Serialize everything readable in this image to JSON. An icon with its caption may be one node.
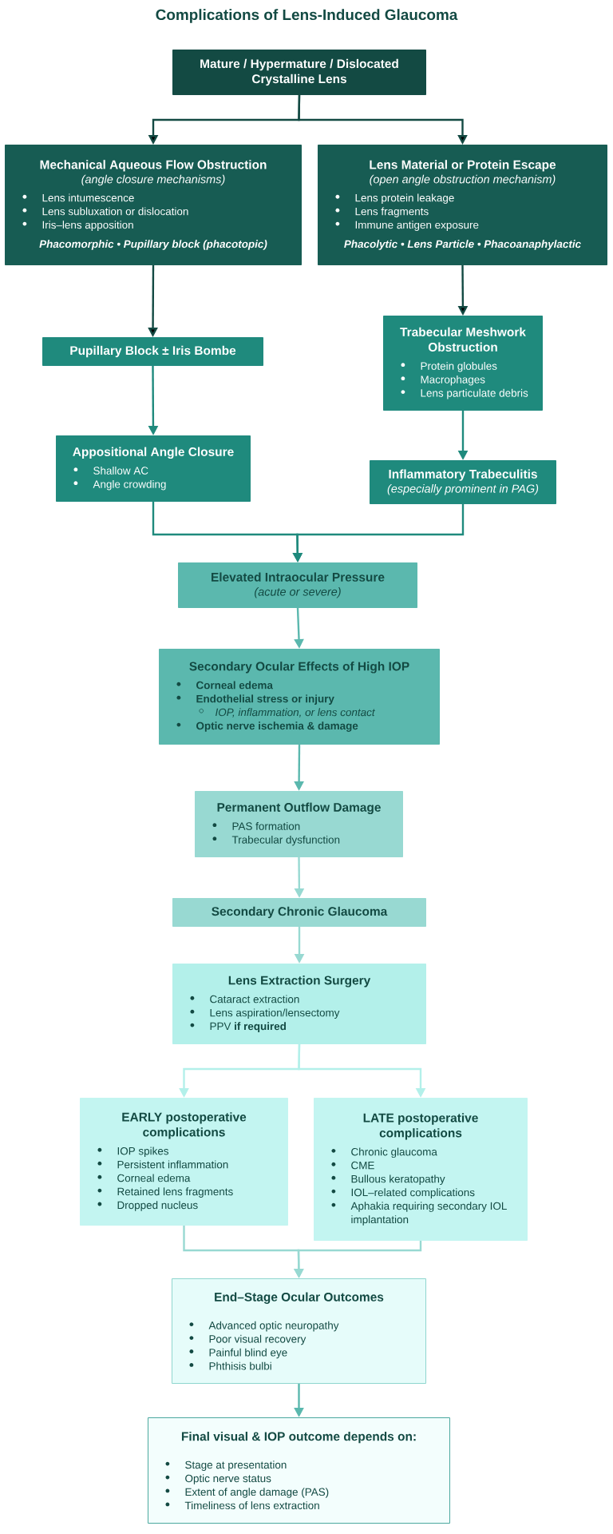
{
  "diagram": {
    "title": "Complications of Lens-Induced Glaucoma",
    "nodes": [
      {
        "text": [
          "Mature / Hypermature / Dislocated Crystalline Lens"
        ]
      },
      {
        "text": [
          "Mechanical Aqueous Flow Obstruction",
          "(angle closure mechanisms)",
          "Lens intumescence",
          "Lens subluxation or dislocation",
          "Iris–lens apposition",
          "Phacomorphic • Pupillary block (phacotopic)"
        ]
      },
      {
        "text": [
          "Lens Material or Protein Escape",
          "(open angle obstruction mechanism)",
          "Lens protein leakage",
          "Lens fragments",
          "Immune antigen exposure",
          "Phacolytic • Lens Particle • Phacoanaphylactic"
        ]
      },
      {
        "text": [
          "Pupillary Block ± Iris Bombe"
        ]
      },
      {
        "text": [
          "Trabecular Meshwork Obstruction",
          "Protein globules",
          "Macrophages",
          "Lens particulate debris"
        ]
      },
      {
        "text": [
          "Appositional Angle Closure",
          "Shallow AC",
          "Angle crowding"
        ]
      },
      {
        "text": [
          "Inflammatory Trabeculitis",
          "(especially prominent in PAG)"
        ]
      },
      {
        "text": [
          "Elevated Intraocular Pressure",
          "(acute or severe)"
        ]
      },
      {
        "text": [
          "Secondary Ocular Effects of High IOP",
          "Corneal edema",
          "Endothelial stress or injury",
          "IOP, inflammation, or lens contact",
          "Optic nerve ischemia & damage"
        ]
      },
      {
        "text": [
          "Permanent Outflow Damage",
          "PAS formation",
          "Trabecular dysfunction"
        ]
      },
      {
        "text": [
          "Secondary Chronic Glaucoma"
        ]
      },
      {
        "text": [
          "Lens Extraction Surgery",
          "Cataract extraction",
          "Lens aspiration/lensectomy",
          "PPV **if required**"
        ]
      },
      {
        "text": [
          "EARLY postoperative complications",
          "IOP spikes",
          "Persistent inflammation",
          "Corneal edema",
          "Retained lens fragments",
          "Dropped nucleus"
        ]
      },
      {
        "text": [
          "LATE postoperative complications",
          "Chronic glaucoma",
          "CME",
          "Bullous keratopathy",
          "IOL–related complications",
          "Aphakia requiring secondary IOL implantation"
        ]
      },
      {
        "text": [
          "End–Stage Ocular Outcomes",
          "Advanced optic neuropathy",
          "Poor visual recovery",
          "Painful blind eye",
          "Phthisis bulbi"
        ]
      },
      {
        "text": [
          "Final visual & IOP outcome depends on:",
          "Stage at presentation",
          "Optic nerve status",
          "Extent of angle damage (PAS)",
          "Timeliness of lens extraction"
        ]
      }
    ],
    "edges": [
      {
        "from": 0,
        "to": 1,
        "arrow": "to",
        "color": "#134a43"
      },
      {
        "from": 0,
        "to": 2,
        "arrow": "to",
        "color": "#134a43"
      },
      {
        "from": 1,
        "to": 3,
        "arrow": "to",
        "color": "#134a43"
      },
      {
        "from": 3,
        "to": 5,
        "arrow": "to",
        "color": "#1f8a7d"
      },
      {
        "from": 2,
        "to": 4,
        "arrow": "to",
        "color": "#134a43"
      },
      {
        "from": 4,
        "to": 6,
        "arrow": "to",
        "color": "#1f8a7d"
      },
      {
        "from": 5,
        "to": 7,
        "arrow": "to",
        "color": "#1f8a7d"
      },
      {
        "from": 6,
        "to": 7,
        "arrow": "to",
        "color": "#1f8a7d"
      },
      {
        "from": 7,
        "to": 8,
        "arrow": "to",
        "color": "#5bb8ae"
      },
      {
        "from": 8,
        "to": 9,
        "arrow": "to",
        "color": "#5bb8ae"
      },
      {
        "from": 9,
        "to": 10,
        "arrow": "to",
        "color": "#98d9d2"
      },
      {
        "from": 10,
        "to": 11,
        "arrow": "to",
        "color": "#98d9d2"
      },
      {
        "from": 11,
        "to": 12,
        "arrow": "to",
        "color": "#b3f0ea"
      },
      {
        "from": 11,
        "to": 13,
        "arrow": "to",
        "color": "#b3f0ea"
      },
      {
        "from": 12,
        "to": 14,
        "arrow": "to",
        "color": "#98d9d2"
      },
      {
        "from": 13,
        "to": 14,
        "arrow": "to",
        "color": "#98d9d2"
      },
      {
        "from": 14,
        "to": 15,
        "arrow": "to",
        "color": "#5bb8ae"
      }
    ]
  }
}
